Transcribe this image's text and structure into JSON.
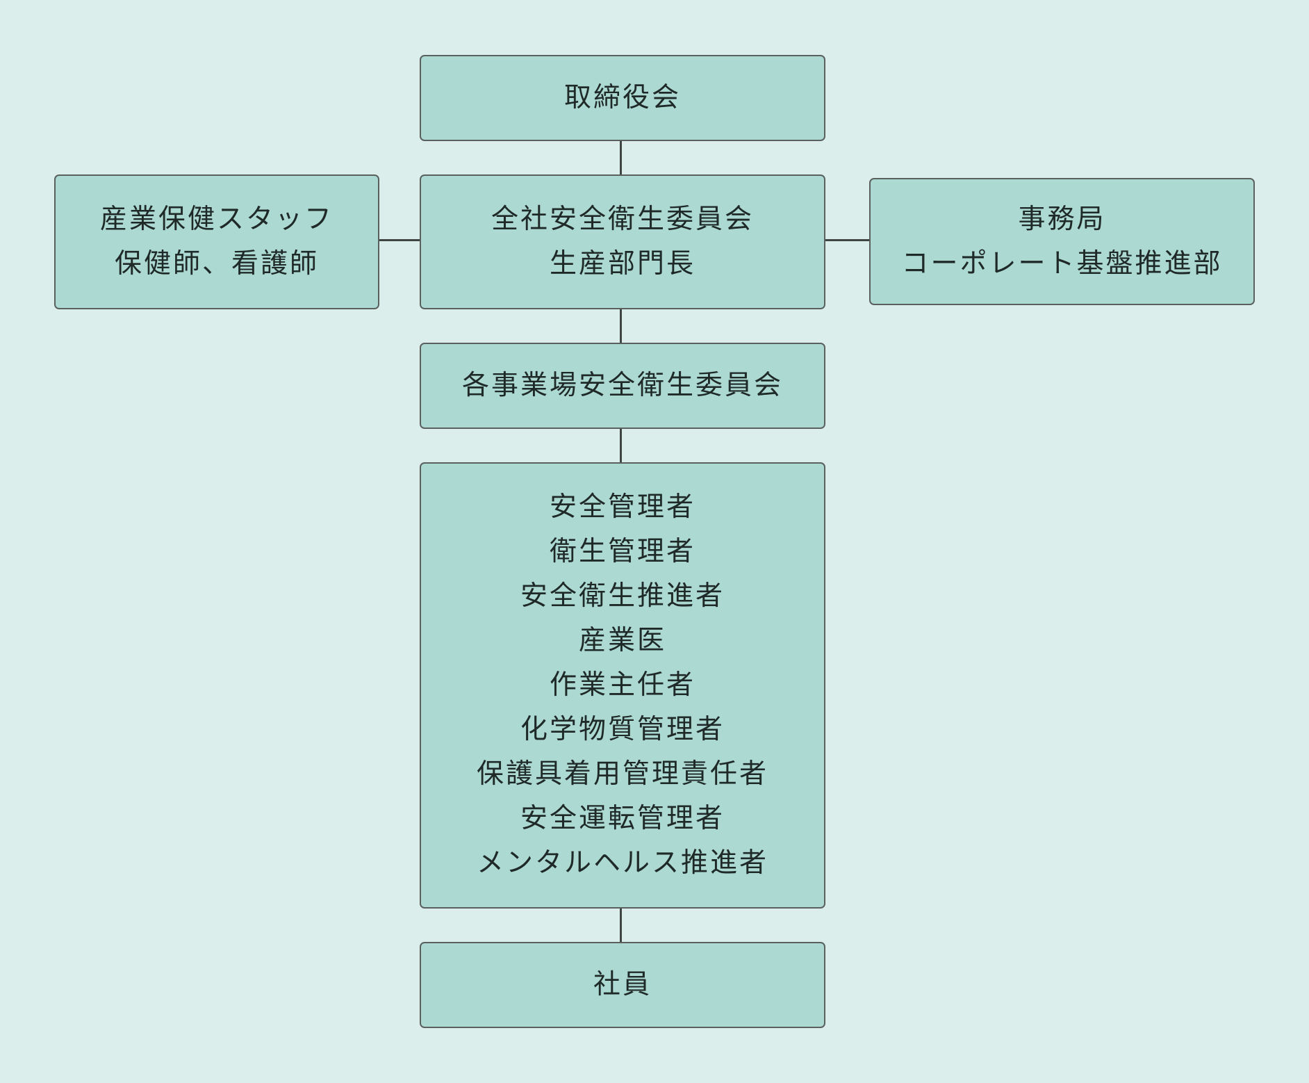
{
  "nodes": {
    "board": {
      "lines": [
        "取締役会"
      ]
    },
    "company_committee": {
      "lines": [
        "全社安全衛生委員会",
        "生産部門長"
      ]
    },
    "health_staff": {
      "lines": [
        "産業保健スタッフ",
        "保健師、看護師"
      ]
    },
    "secretariat": {
      "lines": [
        "事務局",
        "コーポレート基盤推進部"
      ]
    },
    "site_committee": {
      "lines": [
        "各事業場安全衛生委員会"
      ]
    },
    "managers": {
      "lines": [
        "安全管理者",
        "衛生管理者",
        "安全衛生推進者",
        "産業医",
        "作業主任者",
        "化学物質管理者",
        "保護具着用管理責任者",
        "安全運転管理者",
        "メンタルヘルス推進者"
      ]
    },
    "employees": {
      "lines": [
        "社員"
      ]
    }
  },
  "colors": {
    "background": "#dceeec",
    "node_fill": "#add9d3",
    "node_border": "#5a605e",
    "connector": "#3d4442",
    "text": "#1f2a28"
  }
}
